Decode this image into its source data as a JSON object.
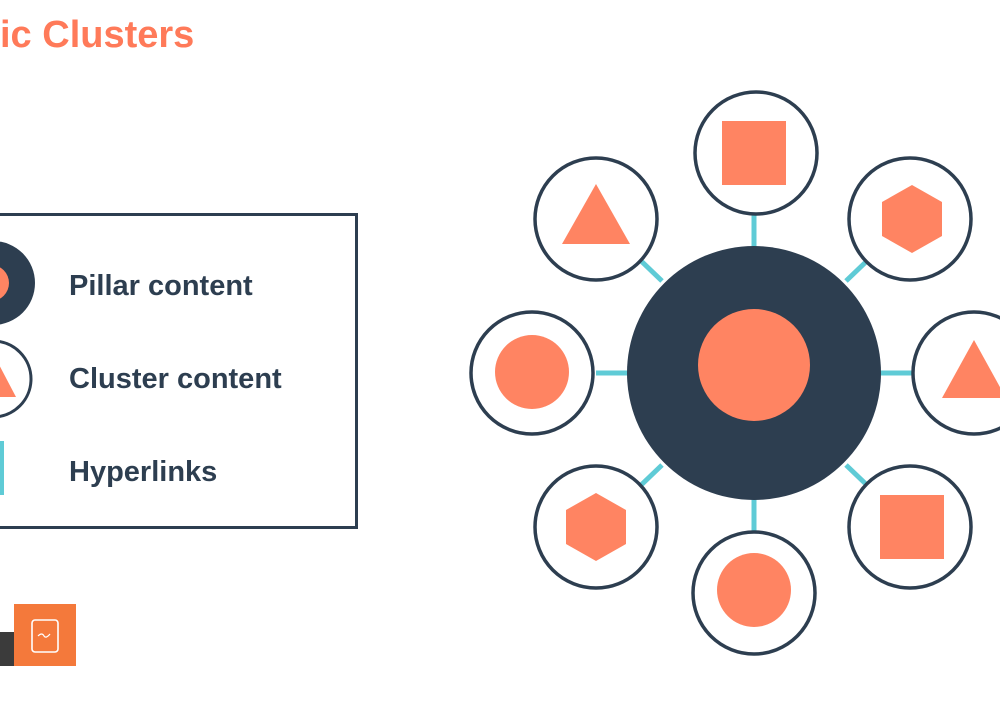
{
  "header": {
    "title": "ic Clusters"
  },
  "legend": {
    "items": [
      {
        "label": "Pillar content",
        "icon": "pillar-circle-icon"
      },
      {
        "label": "Cluster content",
        "icon": "cluster-triangle-icon"
      },
      {
        "label": "Hyperlinks",
        "icon": "hyperlink-bar-icon"
      }
    ]
  },
  "diagram": {
    "center": "pillar",
    "clusters": [
      {
        "position": "top",
        "shape": "square"
      },
      {
        "position": "top-right",
        "shape": "hexagon"
      },
      {
        "position": "right",
        "shape": "triangle"
      },
      {
        "position": "bottom-right",
        "shape": "square"
      },
      {
        "position": "bottom",
        "shape": "circle"
      },
      {
        "position": "bottom-left",
        "shape": "hexagon"
      },
      {
        "position": "left",
        "shape": "circle"
      },
      {
        "position": "top-left",
        "shape": "triangle"
      }
    ]
  },
  "colors": {
    "accent": "#ff8462",
    "title": "#ff7a59",
    "navy": "#2d3e50",
    "link": "#5fcbd6",
    "logo_orange": "#f4793b",
    "logo_dark": "#3b3b3b"
  }
}
